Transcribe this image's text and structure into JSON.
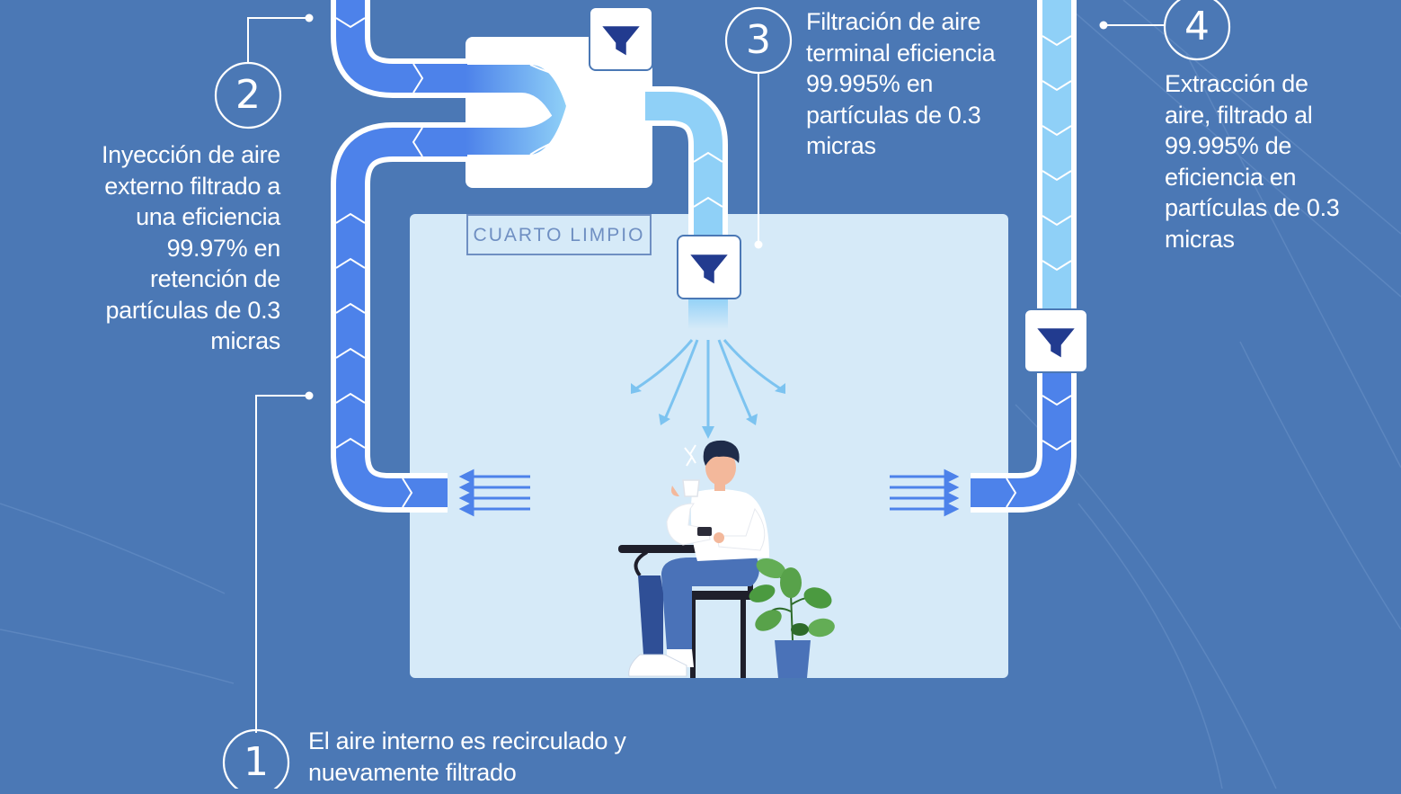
{
  "room": {
    "title": "CUARTO LIMPIO"
  },
  "steps": [
    {
      "number": "1",
      "lines": [
        "El aire interno es recirculado y",
        "nuevamente filtrado"
      ]
    },
    {
      "number": "2",
      "lines": [
        "Inyección de aire",
        "externo filtrado a",
        "una eficiencia",
        "99.97% en",
        "retención de",
        "partículas de 0.3",
        "micras"
      ]
    },
    {
      "number": "3",
      "lines": [
        "Filtración de aire",
        "terminal eficiencia",
        "99.995% en",
        "partículas de 0.3",
        "micras"
      ]
    },
    {
      "number": "4",
      "lines": [
        "Extracción de",
        "aire, filtrado al",
        "99.995% de",
        "eficiencia en",
        "partículas de 0.3",
        "micras"
      ]
    }
  ],
  "icons": [
    "filter-funnel-icon",
    "airflow-arrow-icon",
    "person-icon",
    "plant-icon"
  ],
  "colors": {
    "background": "#4b78b5",
    "room": "#d6eaf8",
    "duct_dark": "#4d82ea",
    "duct_light": "#8fd0f7",
    "outline": "#ffffff",
    "funnel": "#223b8f"
  }
}
